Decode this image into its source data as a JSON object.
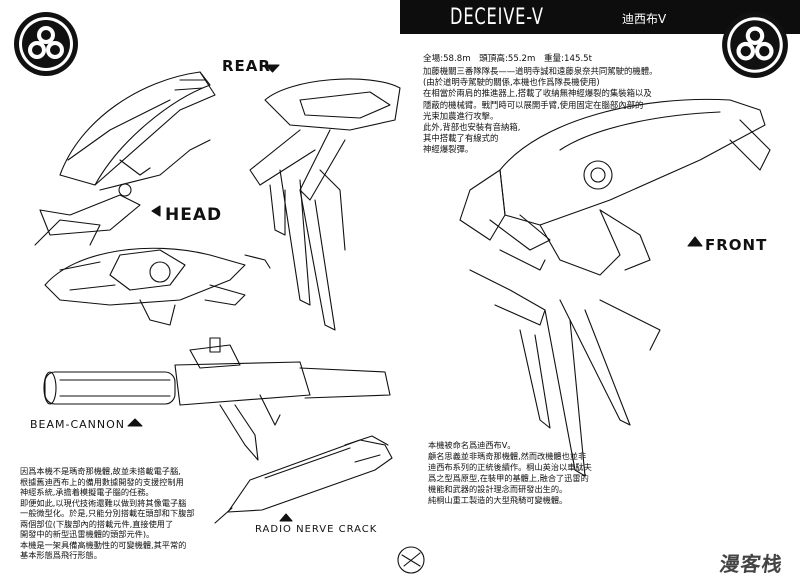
{
  "header": {
    "title": "DECEIVE-V",
    "subtitle": "迪西布V"
  },
  "labels": {
    "rear": "REAR",
    "head": "HEAD",
    "front": "FRONT",
    "beam_cannon": "BEAM-CANNON",
    "radio_nerve_crack": "RADIO NERVE CRACK"
  },
  "specs": "全場:58.8m　頭頂高:55.2m　重量:145.5t",
  "description_top": [
    "加藤機關三番隊隊長——道明寺誠和遠藤泉奈共同駕駛的機體。",
    "(由於道明寺駕駛的關係,本機也作爲隊長機使用)",
    "在相當於兩肩的推進器上,搭載了收納無神經爆裂的集裝箱以及",
    "隱蔽的機械臂。戰鬥時可以展開手臂,使用固定在腦部內部的",
    "光束加農進行攻擊。",
    "此外,背部也安裝有音納箱,",
    "其中搭載了有線式的",
    "神經爆裂彈。"
  ],
  "description_left": [
    "因爲本機不是瑪奇那機體,故並未搭載電子腦,",
    "根據舊迪西布上的備用數據開發的支援控制用",
    "神經系統,承擔着模擬電子腦的任務。",
    "即便如此,以現代技術還難以做到將其像電子腦",
    "一般微型化。於是,只能分別搭載在頭部和下腹部",
    "兩個部位(下腹部內的搭載元件,直接使用了",
    "開發中的新型迅雷機體的頭部元件)。",
    "本機是一架具備高機動性的可變機體,其平常的",
    "基本形態爲飛行形態。"
  ],
  "description_right": [
    "本機被命名爲迪西布V。",
    "顧名思義並非瑪奇那機體,然而改機體也並非",
    "迪西布系列的正統後續作。桐山英治以車駄夫",
    "爲之型爲原型,在裝甲的基體上,融合了迅雷的",
    "機能和武器的設計理念而研發出生的。",
    "純桐山重工製造的大型飛騎可變機體。"
  ],
  "watermark": "漫客栈",
  "icons": {
    "left_emblem": "tri-circle-emblem-icon",
    "right_emblem": "tri-circle-emblem-icon"
  }
}
